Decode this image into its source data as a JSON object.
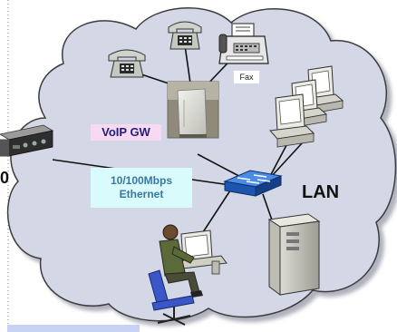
{
  "labels": {
    "voip_gw": "VoIP GW",
    "ethernet": "10/100Mbps\nEthernet",
    "lan": "LAN",
    "fax": "Fax",
    "left_edge_digit": "0"
  },
  "icons": [
    "cloud-icon",
    "telephone-icon",
    "fax-machine-icon",
    "voip-gateway-icon",
    "rack-server-icon",
    "desktop-computer-icon",
    "network-switch-icon",
    "tower-server-icon",
    "person-at-computer-icon"
  ],
  "colors": {
    "cloud_fill": "#d4d7e6",
    "gw_label_bg": "#f7d9f2",
    "ethernet_label_bg": "#d9fbfb",
    "switch_blue": "#2b6fd6"
  }
}
